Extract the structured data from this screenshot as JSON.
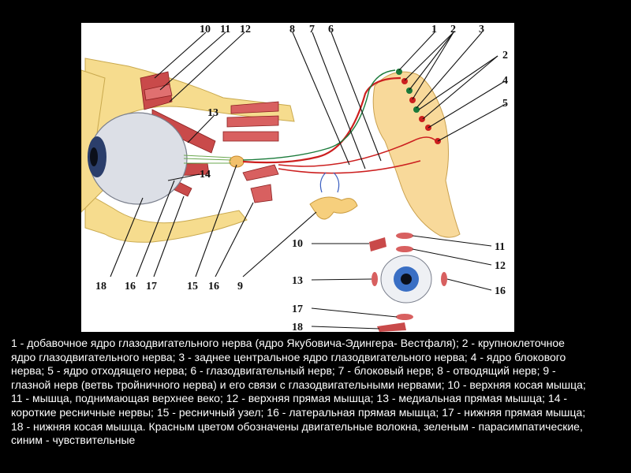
{
  "figure": {
    "labels": [
      "10",
      "11",
      "12",
      "8",
      "7",
      "6",
      "1",
      "2",
      "3",
      "2",
      "4",
      "5",
      "13",
      "14",
      "18",
      "16",
      "17",
      "15",
      "16",
      "9",
      "10",
      "11",
      "12",
      "13",
      "16",
      "17",
      "18"
    ]
  },
  "caption": "1 - добавочное ядро глазодвигательного нерва (ядро Якубовича-Эдингера- Вестфаля); 2 - крупноклеточное ядро глазодвигательного нерва; 3 - заднее центральное ядро глазодвигательного нерва; 4 - ядро блокового нерва; 5 - ядро отходящего нерва; 6 - глазодвигательный нерв; 7 - блоковый нерв; 8 - отводящий нерв; 9 - глазной нерв (ветвь тройничного нерва) и его связи с глазодвигательными нервами; 10 - верхняя косая мышца; 11 - мышца, поднимающая верхнее веко; 12 - верхняя прямая мышца; 13 - медиальная прямая мышца; 14 - короткие ресничные нервы; 15 - ресничный узел;  16 - латеральная прямая мышца; 17 - нижняя прямая мышца; 18 - нижняя косая мышца. Красным цветом обозначены двигательные волокна, зеленым - парасимпатические, синим - чувствительные",
  "colors": {
    "motor": "#cc1f1f",
    "parasympathetic": "#1a7a3a",
    "sensory": "#3b5fc0",
    "bone": "#f6dc8e",
    "brainstem": "#f8d99a"
  }
}
